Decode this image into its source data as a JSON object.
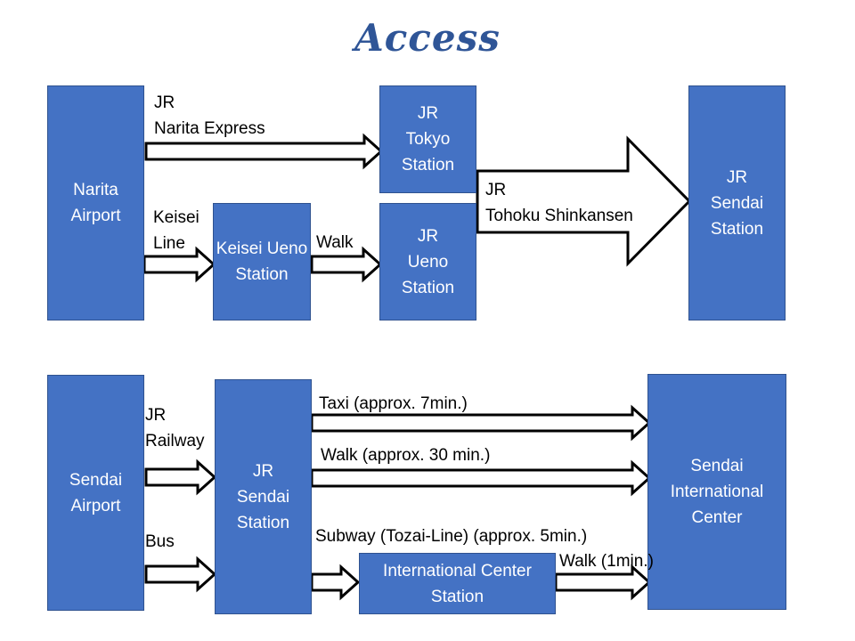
{
  "title": "Access",
  "top_route": {
    "narita_airport": "Narita\nAirport",
    "jr_tokyo_station": "JR\nTokyo\nStation",
    "keisei_ueno_station": "Keisei Ueno\nStation",
    "jr_ueno_station": "JR\nUeno\nStation",
    "jr_sendai_station": "JR\nSendai\nStation",
    "label_narita_express": "JR\nNarita Express",
    "label_keisei_line": "Keisei\nLine",
    "label_walk": "Walk",
    "label_shinkansen": "JR\nTohoku Shinkansen"
  },
  "bottom_route": {
    "sendai_airport": "Sendai\nAirport",
    "jr_sendai_station": "JR\nSendai\nStation",
    "sendai_international_center": "Sendai\nInternational\nCenter",
    "international_center_station": "International Center\nStation",
    "label_jr_railway": "JR\nRailway",
    "label_bus": "Bus",
    "label_taxi": "Taxi (approx. 7min.)",
    "label_walk_30": "Walk (approx. 30 min.)",
    "label_subway": "Subway (Tozai-Line) (approx. 5min.)",
    "label_walk_1": "Walk (1min.)"
  },
  "colors": {
    "box_fill": "#4472c4",
    "box_border": "#2f528f",
    "title": "#2f5597"
  }
}
